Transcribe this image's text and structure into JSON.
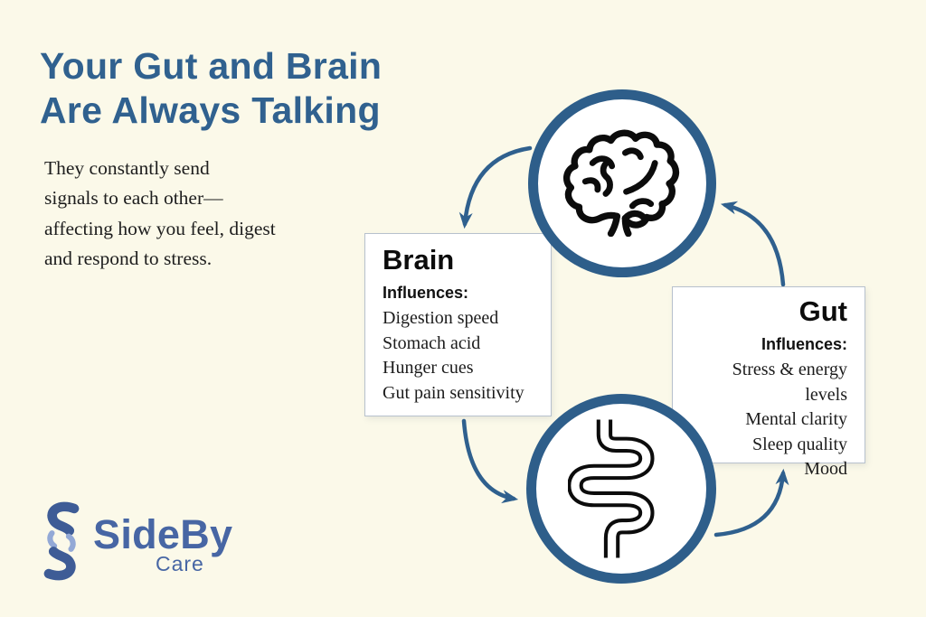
{
  "page": {
    "background_color": "#FBF9E9",
    "accent_color": "#2F608E",
    "ink_color": "#0c0c0c"
  },
  "header": {
    "title_line1": "Your Gut and Brain",
    "title_line2": "Are Always Talking",
    "title_color": "#30618F"
  },
  "intro": {
    "line1": "They constantly send",
    "line2": "signals to each other—",
    "line3": "affecting how you feel, digest",
    "line4": "and respond to stress."
  },
  "diagram": {
    "nodes": {
      "brain": {
        "icon": "brain-icon"
      },
      "gut": {
        "icon": "intestine-icon"
      }
    },
    "cards": {
      "brain": {
        "title": "Brain",
        "subtitle": "Influences:",
        "items": [
          "Digestion speed",
          "Stomach acid",
          "Hunger cues",
          "Gut pain sensitivity"
        ]
      },
      "gut": {
        "title": "Gut",
        "subtitle": "Influences:",
        "items": [
          "Stress & energy levels",
          "Mental clarity",
          "Sleep quality",
          "Mood"
        ]
      }
    },
    "arrow_color": "#2F608E"
  },
  "logo": {
    "name": "SideBy",
    "sub": "Care",
    "color": "#4766A4"
  }
}
